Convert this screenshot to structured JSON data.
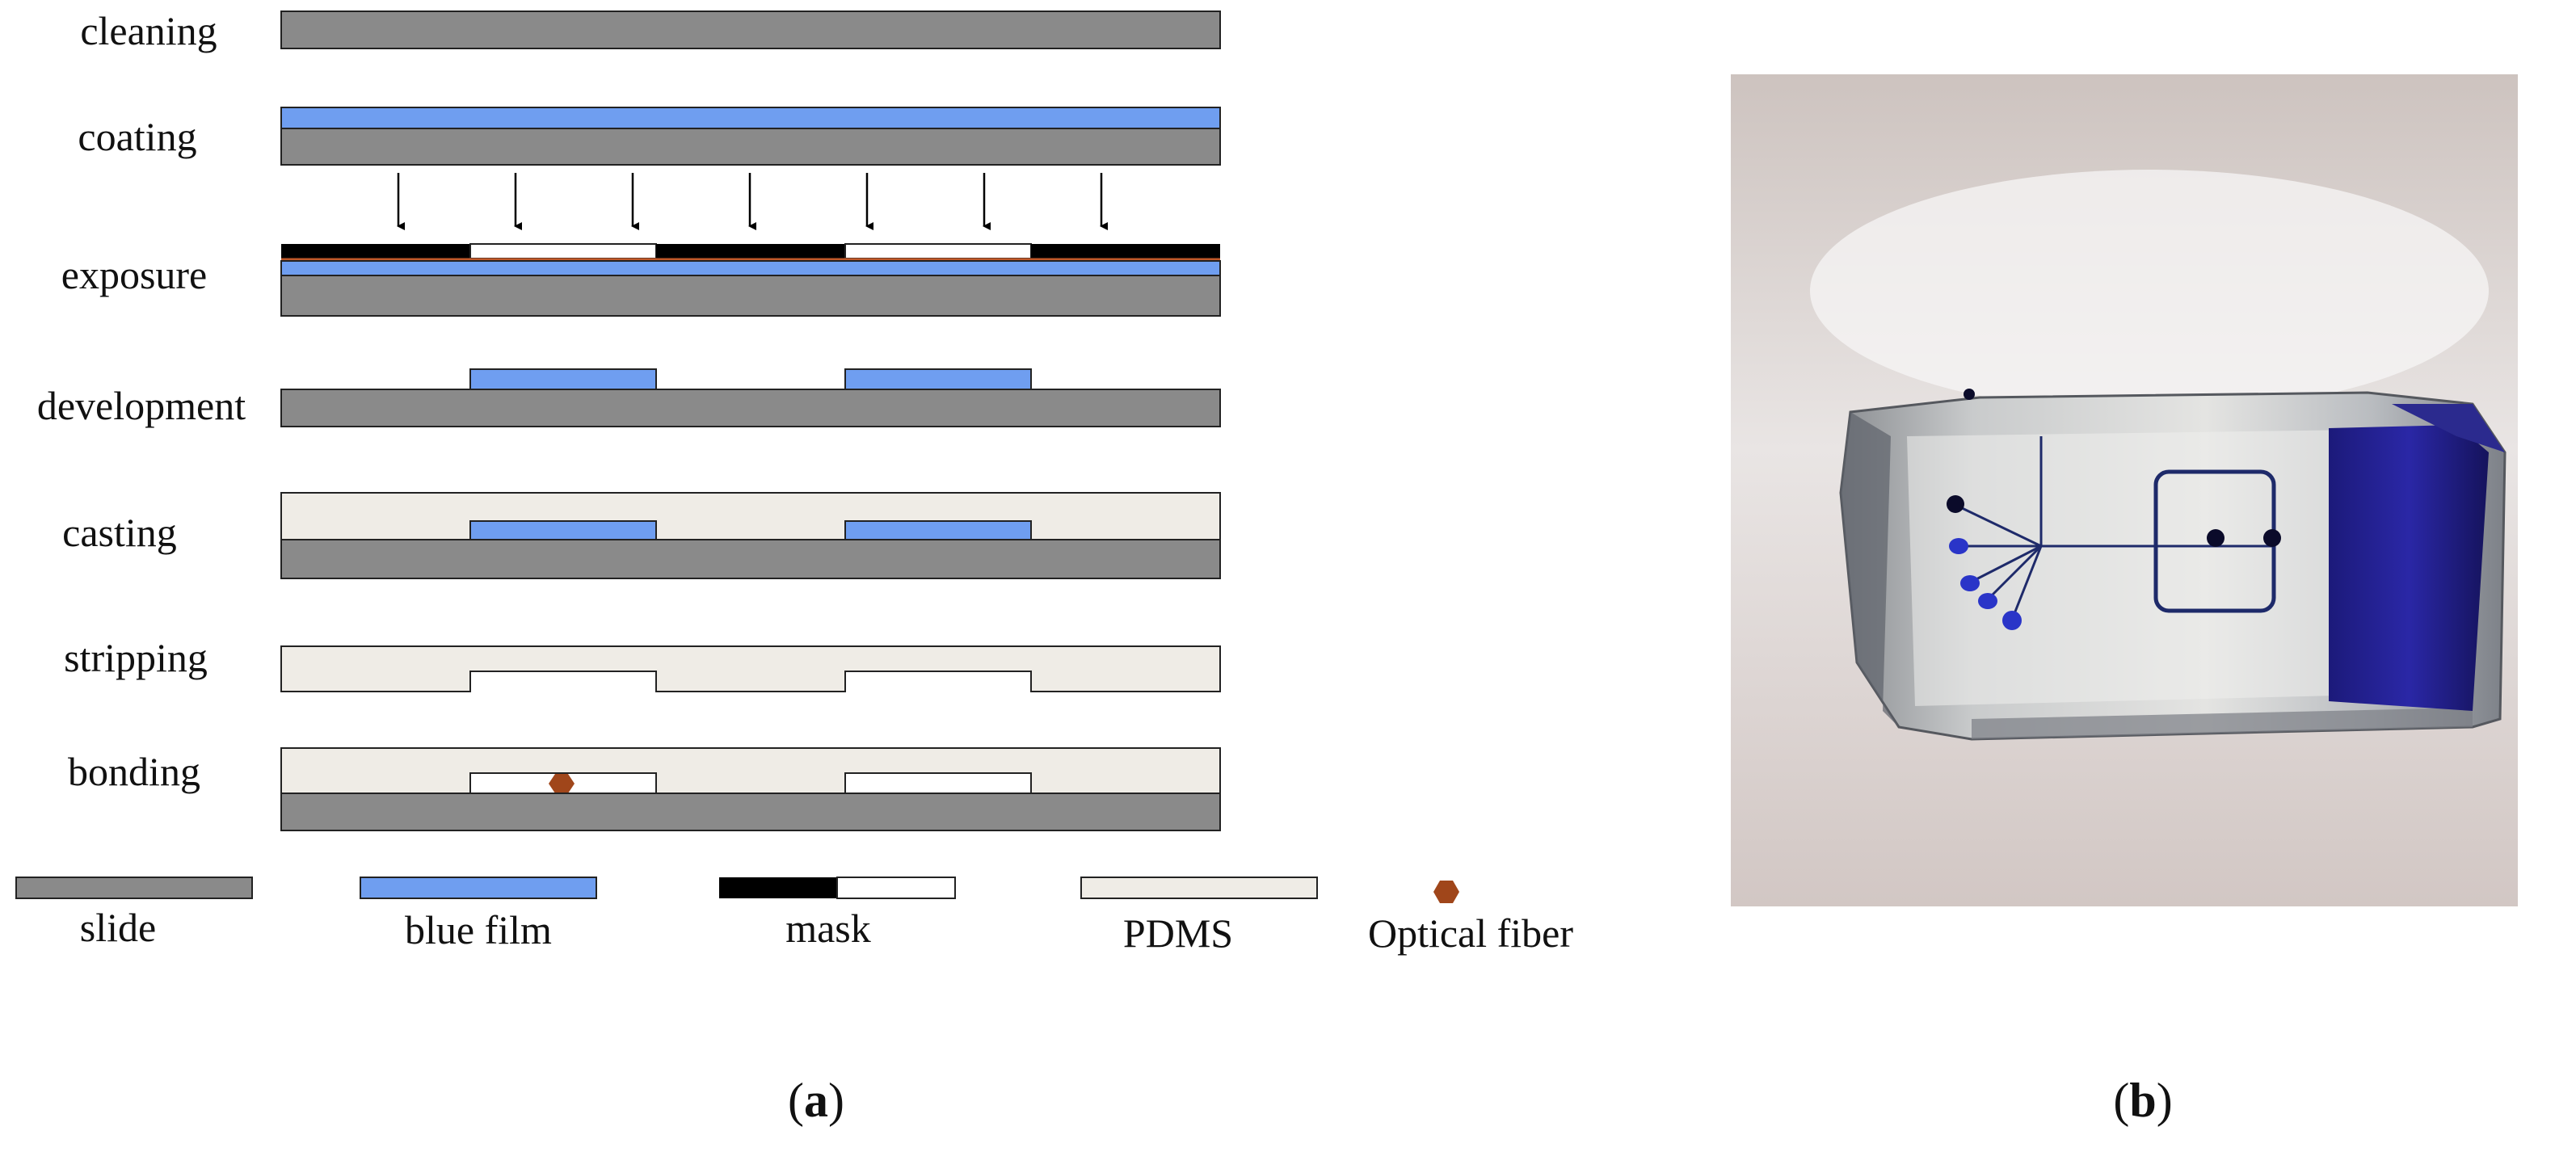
{
  "steps": {
    "cleaning": "cleaning",
    "coating": "coating",
    "exposure": "exposure",
    "development": "development",
    "casting": "casting",
    "stripping": "stripping",
    "bonding": "bonding"
  },
  "legend": {
    "slide": "slide",
    "blue_film": "blue film",
    "mask": "mask",
    "pdms": "PDMS",
    "optical_fiber": "Optical fiber"
  },
  "captions": {
    "a_open": "(",
    "a_letter": "a",
    "a_close": ")",
    "b_open": "(",
    "b_letter": "b",
    "b_close": ")"
  },
  "colors": {
    "slide": "#8a8a8a",
    "blue_film": "#6f9ef0",
    "mask_dark": "#000000",
    "mask_clear": "#ffffff",
    "pdms": "#efece6",
    "optical_fiber": "#a0461a",
    "mask_edge": "#c0582a"
  }
}
